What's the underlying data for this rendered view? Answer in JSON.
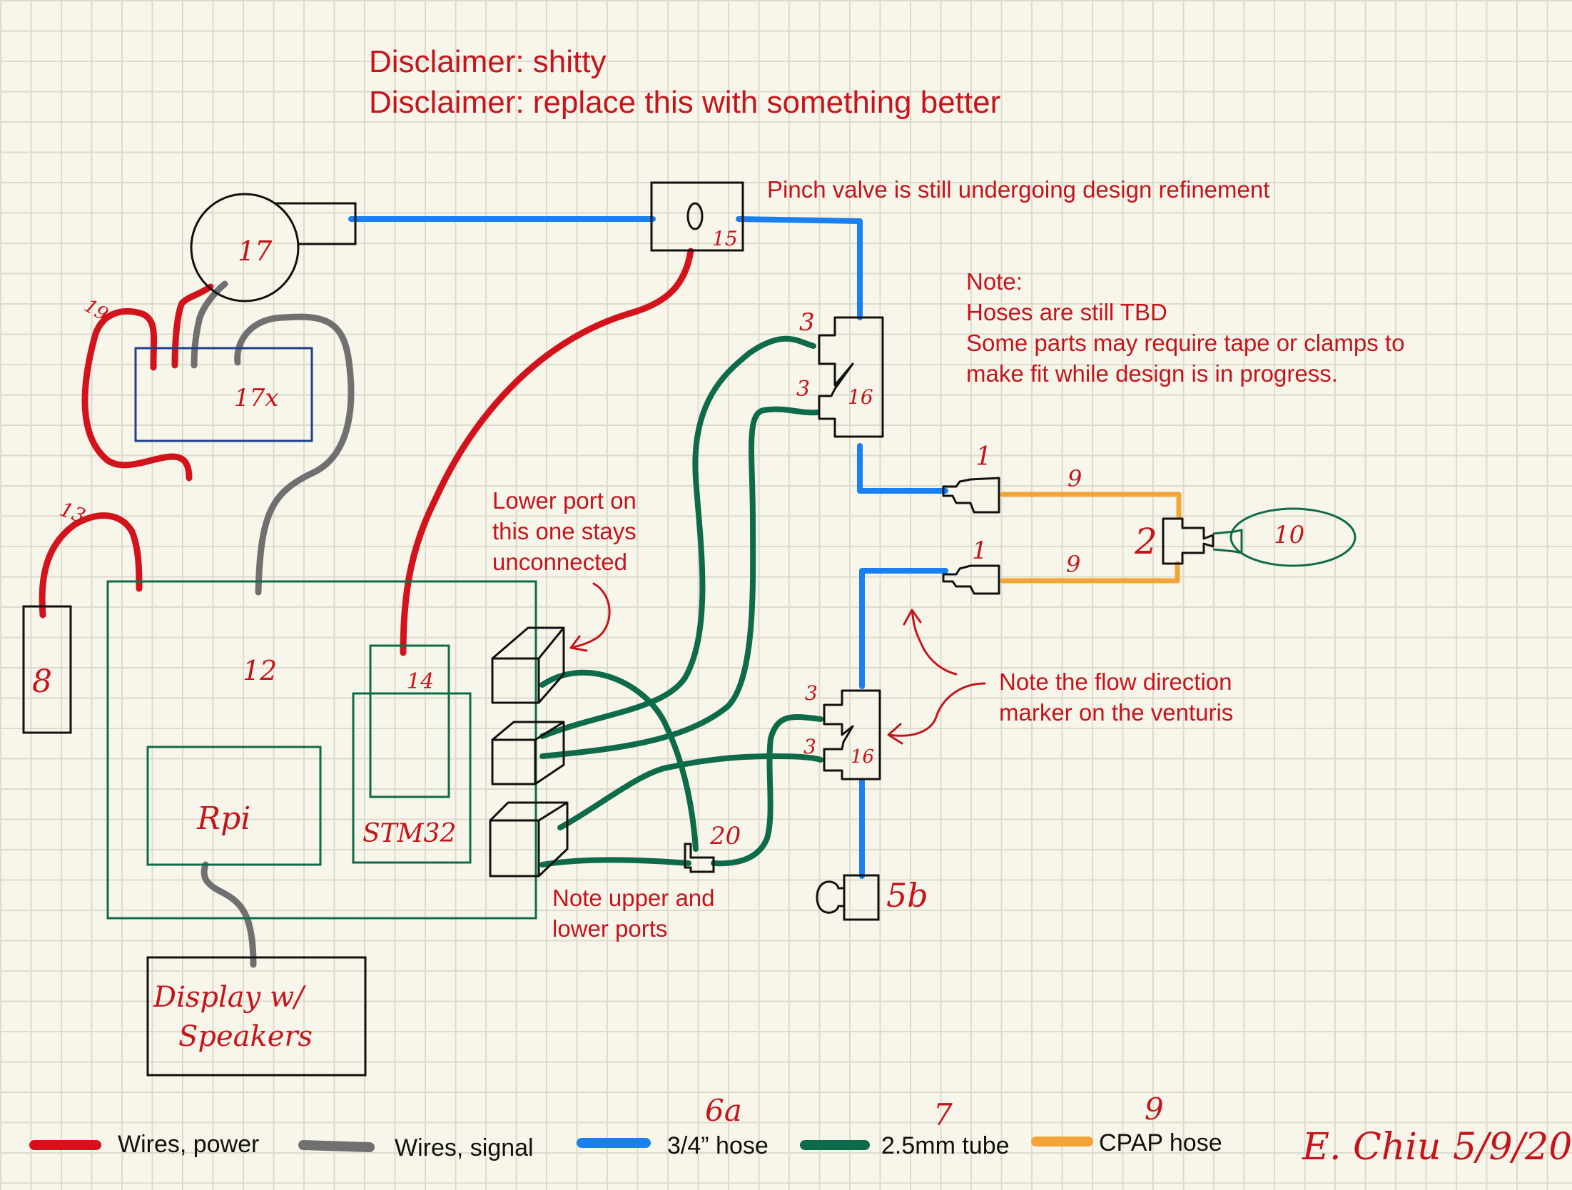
{
  "disclaimers": [
    "Disclaimer: shitty",
    "Disclaimer: replace this with something better"
  ],
  "notes": {
    "pinch_valve": "Pinch valve is still undergoing design refinement",
    "hoses": [
      "Note:",
      "Hoses are still TBD",
      "Some parts may require tape or clamps to",
      "make fit while design is in progress."
    ],
    "lower_port": [
      "Lower port on",
      "this one stays",
      "unconnected"
    ],
    "flow_direction": [
      "Note the flow direction",
      "marker on the venturis"
    ],
    "upper_lower_ports": [
      "Note upper and",
      "lower ports"
    ]
  },
  "part_labels": {
    "blower": "17",
    "blower_driver": "17x",
    "pinch_valve": "15",
    "wire_19": "19",
    "wire_13": "13",
    "battery": "8",
    "board": "12",
    "stm32_header": "14",
    "rpi": "Rpi",
    "stm32": "STM32",
    "display_line1": "Display w/",
    "display_line2": "Speakers",
    "venturi_top": "16",
    "venturi_bottom": "16",
    "port_top_1": "3",
    "port_top_2": "3",
    "port_bot_1": "3",
    "port_bot_2": "3",
    "adapter_top": "1",
    "adapter_bottom": "1",
    "cpap_top": "9",
    "cpap_bottom": "9",
    "wye": "2",
    "mask": "10",
    "tee": "20",
    "peep_valve": "5b"
  },
  "legend": [
    {
      "label": "Wires, power",
      "color": "#d3131c",
      "part": ""
    },
    {
      "label": "Wires, signal",
      "color": "#707070",
      "part": ""
    },
    {
      "label": "3/4” hose",
      "color": "#1a7ff0",
      "part": "6a"
    },
    {
      "label": "2.5mm tube",
      "color": "#0e6b4a",
      "part": "7"
    },
    {
      "label": "CPAP hose",
      "color": "#f4a336",
      "part": "9"
    }
  ],
  "signature": "E. Chiu 5/9/20"
}
